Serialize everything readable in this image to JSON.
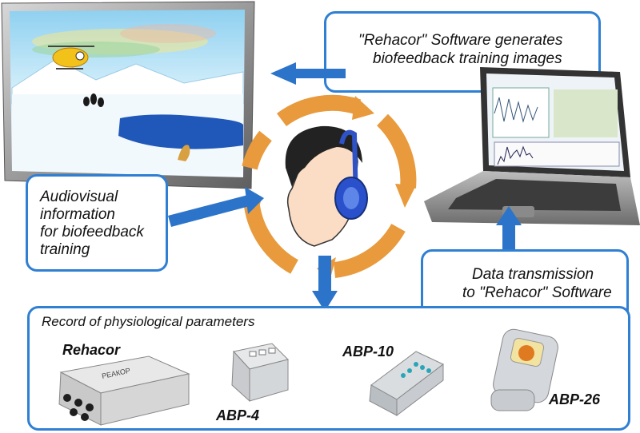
{
  "boxes": {
    "software": {
      "line1": "\"Rehacor\" Software generates",
      "line2": "biofeedback training images"
    },
    "audiovisual": {
      "line1": "Audiovisual",
      "line2": "information",
      "line3": "for biofeedback",
      "line4": "training"
    },
    "transmission": {
      "line1": "Data transmission",
      "line2": "to \"Rehacor\" Software"
    },
    "record": {
      "title": "Record of physiological parameters"
    }
  },
  "devices": {
    "rehacor": "Rehacor",
    "abp4": "ABP-4",
    "abp10": "ABP-10",
    "abp26": "ABP-26",
    "rehacor_case_text": "РЕАКОР"
  },
  "colors": {
    "accent_blue": "#2f7fd3",
    "cycle_orange": "#e89a3c",
    "arrow_blue": "#2c74c9"
  }
}
